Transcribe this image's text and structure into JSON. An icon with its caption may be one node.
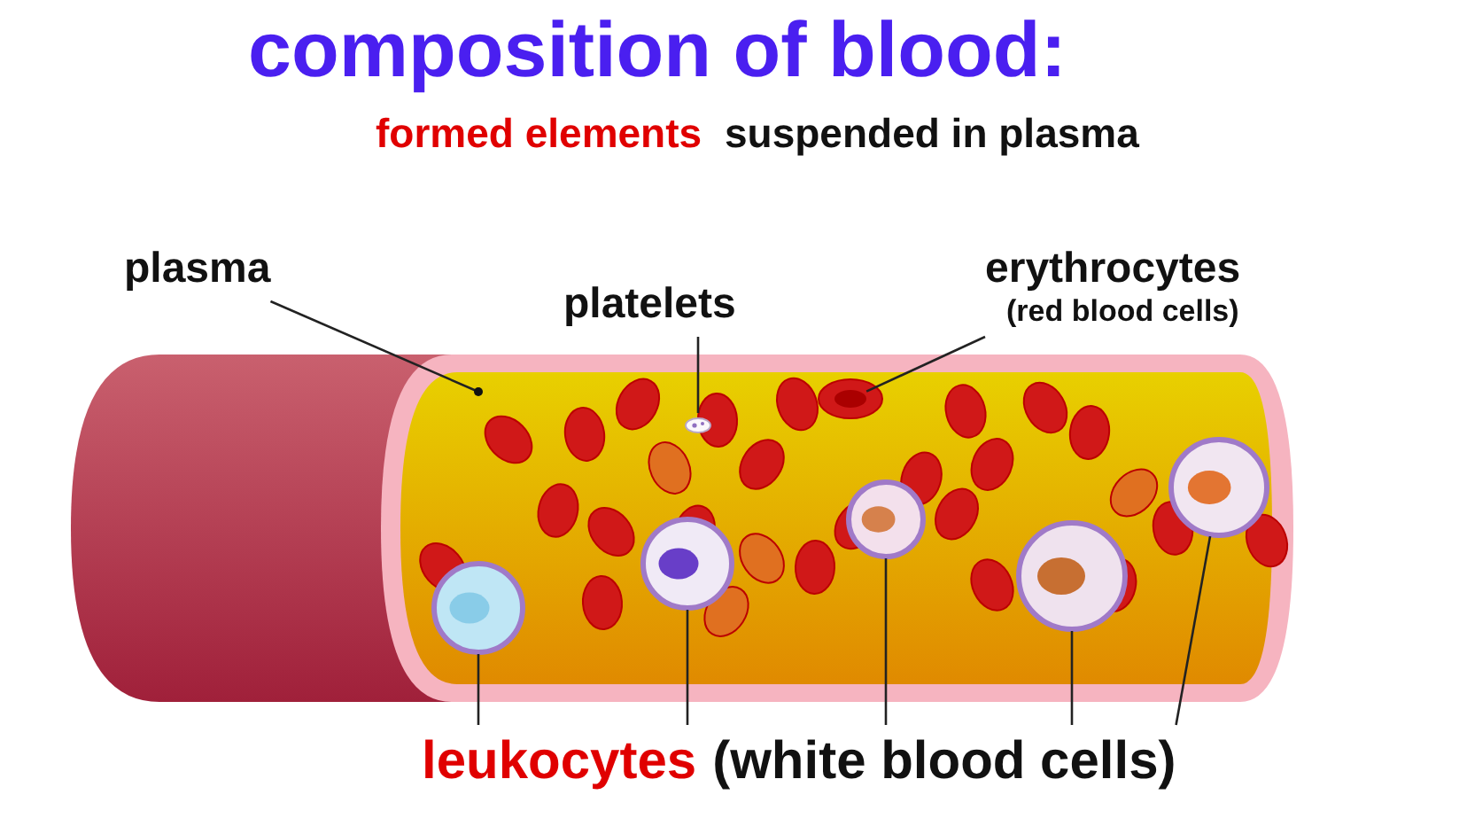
{
  "diagram": {
    "title": "composition of blood:",
    "nodes": [
      {
        "text": [
          "plasma"
        ]
      },
      {
        "text": [
          "platelets"
        ]
      },
      {
        "text": [
          "erythrocytes",
          "(red blood cells)"
        ]
      },
      {
        "text": [
          "leukocytes",
          "(white blood cells)"
        ]
      },
      {
        "text": [],
        "shape": "picture"
      },
      {
        "text": [],
        "shape": "circle"
      },
      {
        "text": [],
        "shape": "circle"
      },
      {
        "text": [],
        "shape": "circle"
      },
      {
        "text": [],
        "shape": "circle"
      },
      {
        "text": [],
        "shape": "circle"
      },
      {
        "text": [],
        "shape": "circle"
      }
    ],
    "edges": [
      {
        "from": 0,
        "to": null,
        "arrow": "none"
      },
      {
        "from": 1,
        "to": 4,
        "arrow": "none"
      },
      {
        "from": 2,
        "to": 5,
        "arrow": "none"
      },
      {
        "from": 3,
        "to": 6,
        "arrow": "none"
      },
      {
        "from": 3,
        "to": 7,
        "arrow": "none"
      },
      {
        "from": 3,
        "to": 8,
        "arrow": "none"
      },
      {
        "from": 3,
        "to": 9,
        "arrow": "none"
      },
      {
        "from": 3,
        "to": 10,
        "arrow": "none"
      }
    ],
    "labels": [
      "formed elements",
      "suspended in plasma"
    ]
  }
}
